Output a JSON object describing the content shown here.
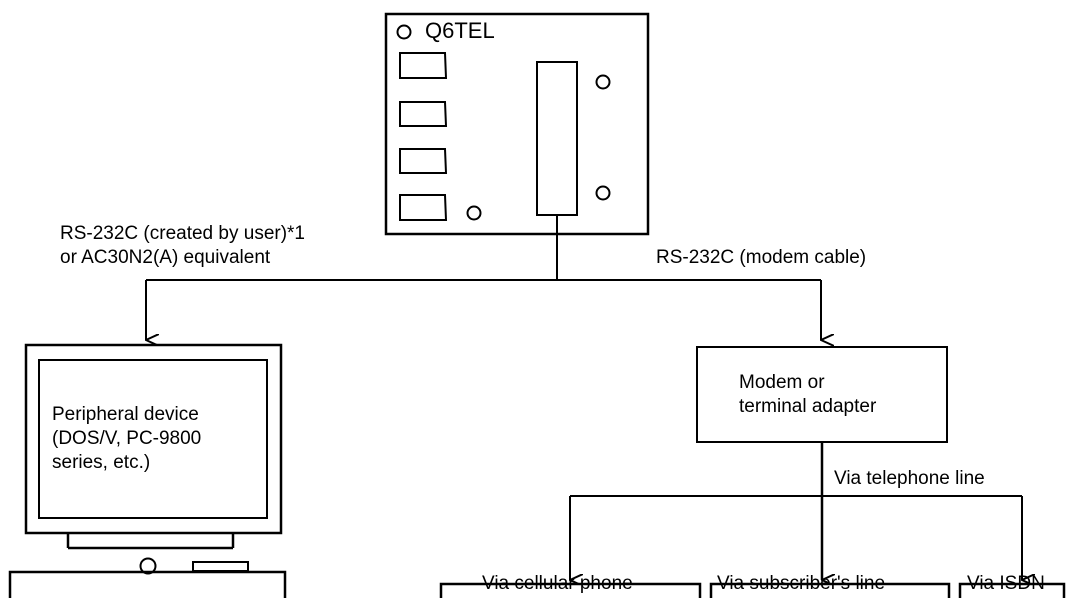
{
  "module": {
    "name": "Q6TEL"
  },
  "cables": {
    "left_line1": "RS-232C (created by user)*1",
    "left_line2": "or AC30N2(A) equivalent",
    "right": "RS-232C (modem cable)"
  },
  "peripheral": {
    "line1": "Peripheral device",
    "line2": "(DOS/V, PC-9800",
    "line3": "series, etc.)"
  },
  "modem": {
    "line1": "Modem or",
    "line2": "terminal adapter"
  },
  "telephone": {
    "label": "Via telephone line"
  },
  "connections": [
    "Via cellular phone",
    "Via subscriber's line",
    "Via ISDN"
  ],
  "colors": {
    "stroke": "#000000",
    "background": "#ffffff"
  }
}
